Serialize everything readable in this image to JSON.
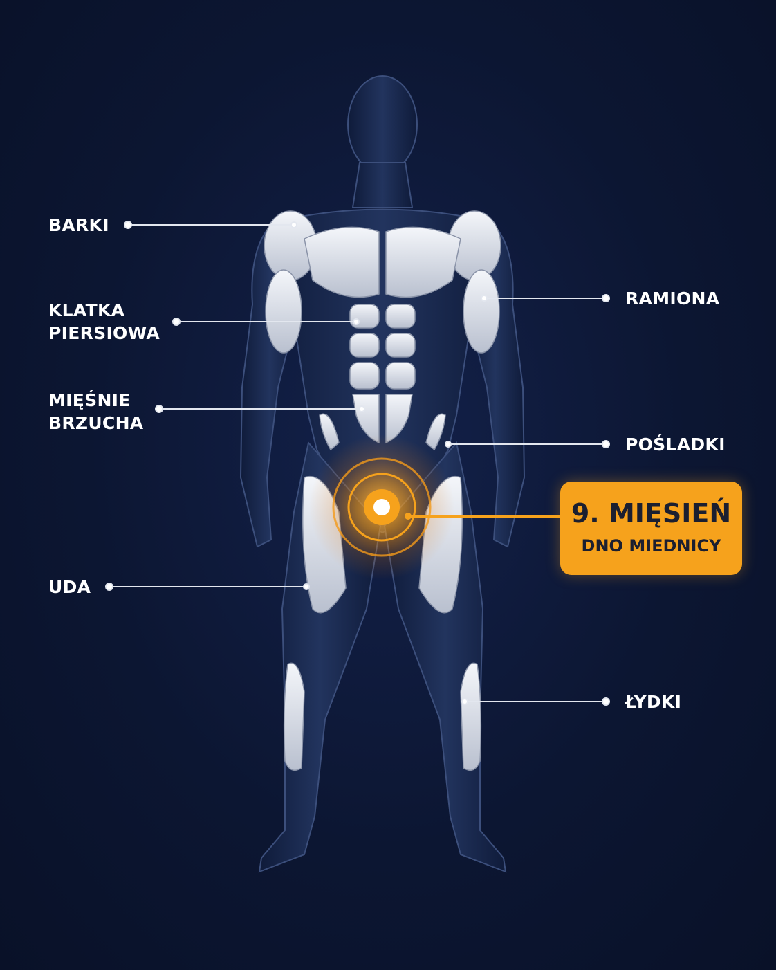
{
  "colors": {
    "background": "#0c1632",
    "muscle_highlight": "#e6e9f0",
    "body_dark": "#1a2a4f",
    "leader_line": "#e3e7ef",
    "accent": "#f6a21c"
  },
  "labels": {
    "barki": [
      "BARKI"
    ],
    "klatka": [
      "KLATKA",
      "PIERSIOWA"
    ],
    "brzuch": [
      "MIĘŚNIE",
      "BRZUCHA"
    ],
    "uda": [
      "UDA"
    ],
    "ramiona": [
      "RAMIONA"
    ],
    "posladki": [
      "POŚLADKI"
    ],
    "lydki": [
      "ŁYDKI"
    ]
  },
  "highlight": {
    "title": "9. MIĘSIEŃ",
    "subtitle": "DNO MIEDNICY",
    "icon": "target-pulse-icon"
  }
}
